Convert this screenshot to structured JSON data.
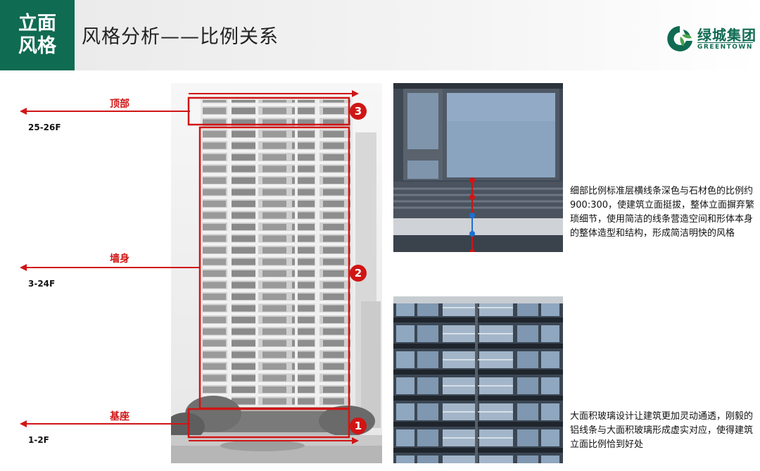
{
  "header": {
    "section_line1": "立面",
    "section_line2": "风格",
    "title": "风格分析——比例关系",
    "logo_cn": "绿城集团",
    "logo_en": "GREENTOWN"
  },
  "zones": [
    {
      "name": "顶部",
      "floors": "25-26F",
      "marker": "3"
    },
    {
      "name": "墙身",
      "floors": "3-24F",
      "marker": "2"
    },
    {
      "name": "基座",
      "floors": "1-2F",
      "marker": "1"
    }
  ],
  "descriptions": {
    "detail": "细部比例标准层横线条深色与石材色的比例约900:300，使建筑立面挺拔，整体立面摒弃繁琐细节，使用简洁的线条营造空间和形体本身的整体造型和结构，形成简洁明快的风格",
    "glass": "大面积玻璃设计让建筑更加灵动通透，刚毅的铝线条与大面积玻璃形成虚实对应，使得建筑立面比例恰到好处"
  },
  "colors": {
    "brand_green": "#0f6b52",
    "annotation_red": "#d01515",
    "ratio_blue": "#1e6fd0"
  }
}
